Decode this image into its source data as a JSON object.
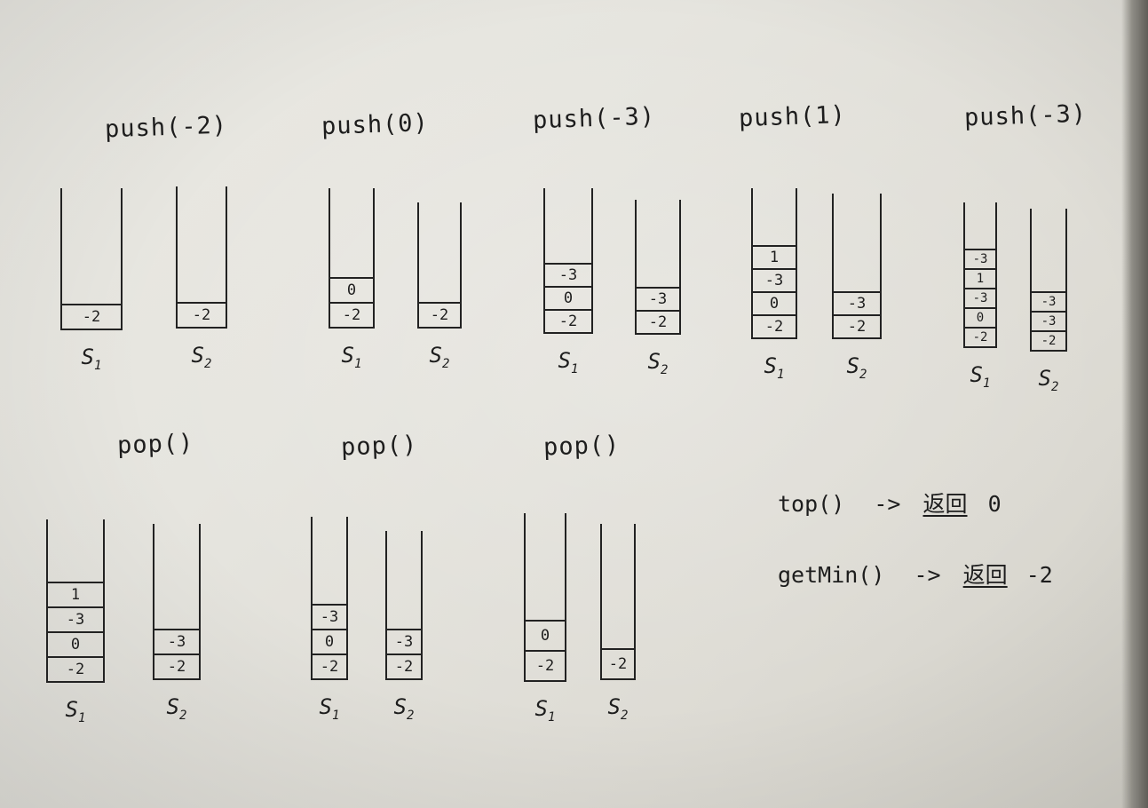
{
  "steps": [
    {
      "op": "push(-2)",
      "s1": [
        "-2"
      ],
      "s2": [
        "-2"
      ]
    },
    {
      "op": "push(0)",
      "s1": [
        "-2",
        "0"
      ],
      "s2": [
        "-2"
      ]
    },
    {
      "op": "push(-3)",
      "s1": [
        "-2",
        "0",
        "-3"
      ],
      "s2": [
        "-2",
        "-3"
      ]
    },
    {
      "op": "push(1)",
      "s1": [
        "-2",
        "0",
        "-3",
        "1"
      ],
      "s2": [
        "-2",
        "-3"
      ]
    },
    {
      "op": "push(-3)",
      "s1": [
        "-2",
        "0",
        "-3",
        "1",
        "-3"
      ],
      "s2": [
        "-2",
        "-3",
        "-3"
      ]
    },
    {
      "op": "pop()",
      "s1": [
        "-2",
        "0",
        "-3",
        "1"
      ],
      "s2": [
        "-2",
        "-3"
      ]
    },
    {
      "op": "pop()",
      "s1": [
        "-2",
        "0",
        "-3"
      ],
      "s2": [
        "-2",
        "-3"
      ]
    },
    {
      "op": "pop()",
      "s1": [
        "-2",
        "0"
      ],
      "s2": [
        "-2"
      ]
    }
  ],
  "stack_names": {
    "s1": "S",
    "s1_sub": "1",
    "s2": "S",
    "s2_sub": "2"
  },
  "notes": [
    {
      "call": "top()",
      "arrow": "->",
      "text": "返回",
      "value": "0"
    },
    {
      "call": "getMin()",
      "arrow": "->",
      "text": "返回",
      "value": "-2"
    }
  ]
}
